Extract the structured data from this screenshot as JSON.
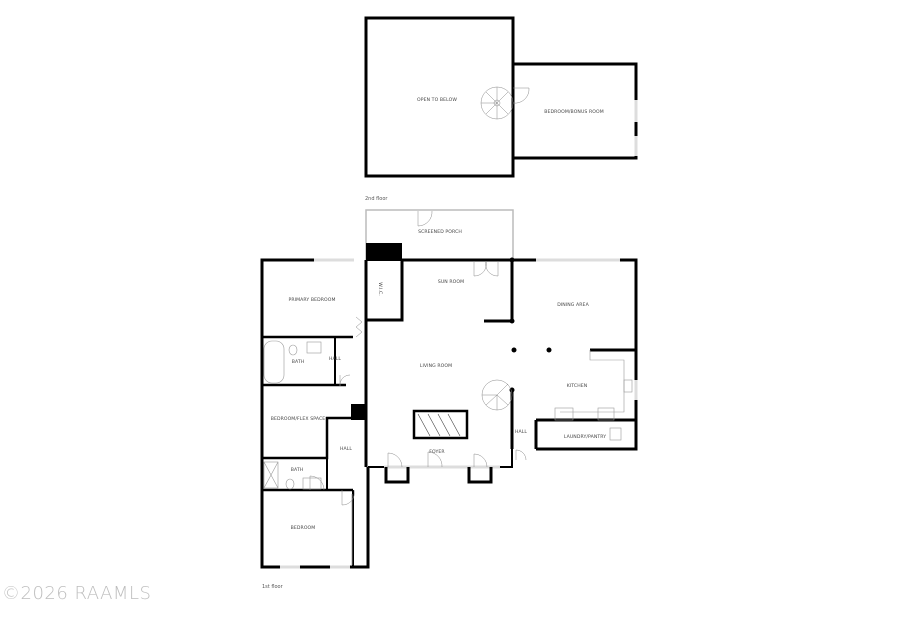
{
  "floors": [
    {
      "name": "2nd floor",
      "rooms": [
        {
          "label": "OPEN TO BELOW"
        },
        {
          "label": "BEDROOM/BONUS ROOM"
        }
      ]
    },
    {
      "name": "1st floor",
      "rooms": [
        {
          "label": "SCREENED PORCH"
        },
        {
          "label": "SUN ROOM"
        },
        {
          "label": "W.I.C."
        },
        {
          "label": "PRIMARY BEDROOM"
        },
        {
          "label": "DINING AREA"
        },
        {
          "label": "BATH"
        },
        {
          "label": "HALL"
        },
        {
          "label": "LIVING ROOM"
        },
        {
          "label": "KITCHEN"
        },
        {
          "label": "BEDROOM/FLEX SPACE"
        },
        {
          "label": "HALL"
        },
        {
          "label": "LAUNDRY/PANTRY"
        },
        {
          "label": "FOYER"
        },
        {
          "label": "HALL"
        },
        {
          "label": "BATH"
        },
        {
          "label": "BEDROOM"
        }
      ]
    }
  ],
  "watermark": "©2026 RAAMLS",
  "colors": {
    "wall": "#000000",
    "fixture": "#9a9a9a",
    "window": "#cfcfcf",
    "watermark": "#bdbdbd"
  }
}
